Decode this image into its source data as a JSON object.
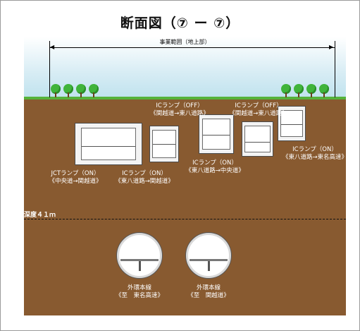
{
  "title": "断面図（⑦ ー ⑦）",
  "range_label": "事業範囲（地上部）",
  "depth_label": "深度４１ｍ",
  "ramps": {
    "jct_on": {
      "line1": "JCTランプ（ON）",
      "line2": "《中央道→関越道》"
    },
    "ic_on_1": {
      "line1": "ICランプ（ON）",
      "line2": "《東八道路→関越道》"
    },
    "ic_off_1": {
      "line1": "ICランプ（OFF）",
      "line2": "《関越道→東八道路》"
    },
    "ic_on_2": {
      "line1": "ICランプ（ON）",
      "line2": "《東八道路→中央道》"
    },
    "ic_off_2": {
      "line1": "ICランプ（OFF）",
      "line2": "《関越道→東八道路》"
    },
    "ic_on_3": {
      "line1": "ICランプ（ON）",
      "line2": "《東八道路→東名高速》"
    }
  },
  "tunnels": {
    "left": {
      "line1": "外環本線",
      "line2": "《至　東名高速》"
    },
    "right": {
      "line1": "外環本線",
      "line2": "《至　関越道》"
    }
  },
  "colors": {
    "ground": "#885a30",
    "grass": "#56b23a",
    "sky": "#bfe2ee",
    "tree": "#3fb43a"
  }
}
